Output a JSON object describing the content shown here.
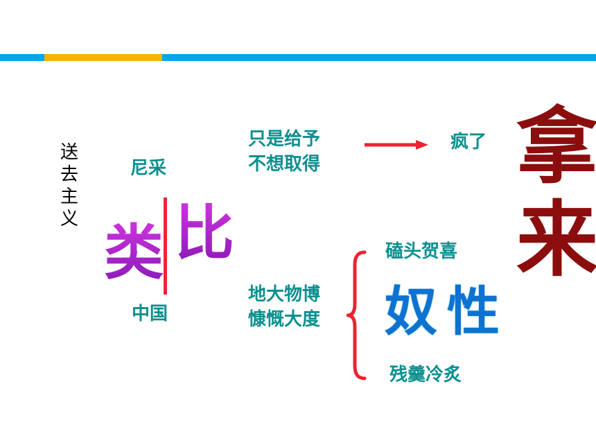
{
  "title_vertical": [
    "送",
    "去",
    "主",
    "义"
  ],
  "analogy": {
    "top_label": "尼采",
    "big_left": "类",
    "big_right": "比",
    "bottom_label": "中国"
  },
  "upper_branch": {
    "line1": "只是给予",
    "line2": "不想取得",
    "result": "疯了"
  },
  "lower_branch": {
    "line1": "地大物博",
    "line2": "慷慨大度",
    "top_item": "磕头贺喜",
    "center_word": "奴性",
    "bottom_item": "残羹冷炙"
  },
  "right_title": {
    "char1": "拿",
    "char2": "来"
  },
  "colors": {
    "bar_blue": "#00a6e8",
    "bar_yellow": "#f5b400",
    "teal_text": "#0c8f8f",
    "purple": "#a020c0",
    "red": "#ee2233",
    "blue": "#0e72d0",
    "dark_red": "#8b0d0d"
  }
}
